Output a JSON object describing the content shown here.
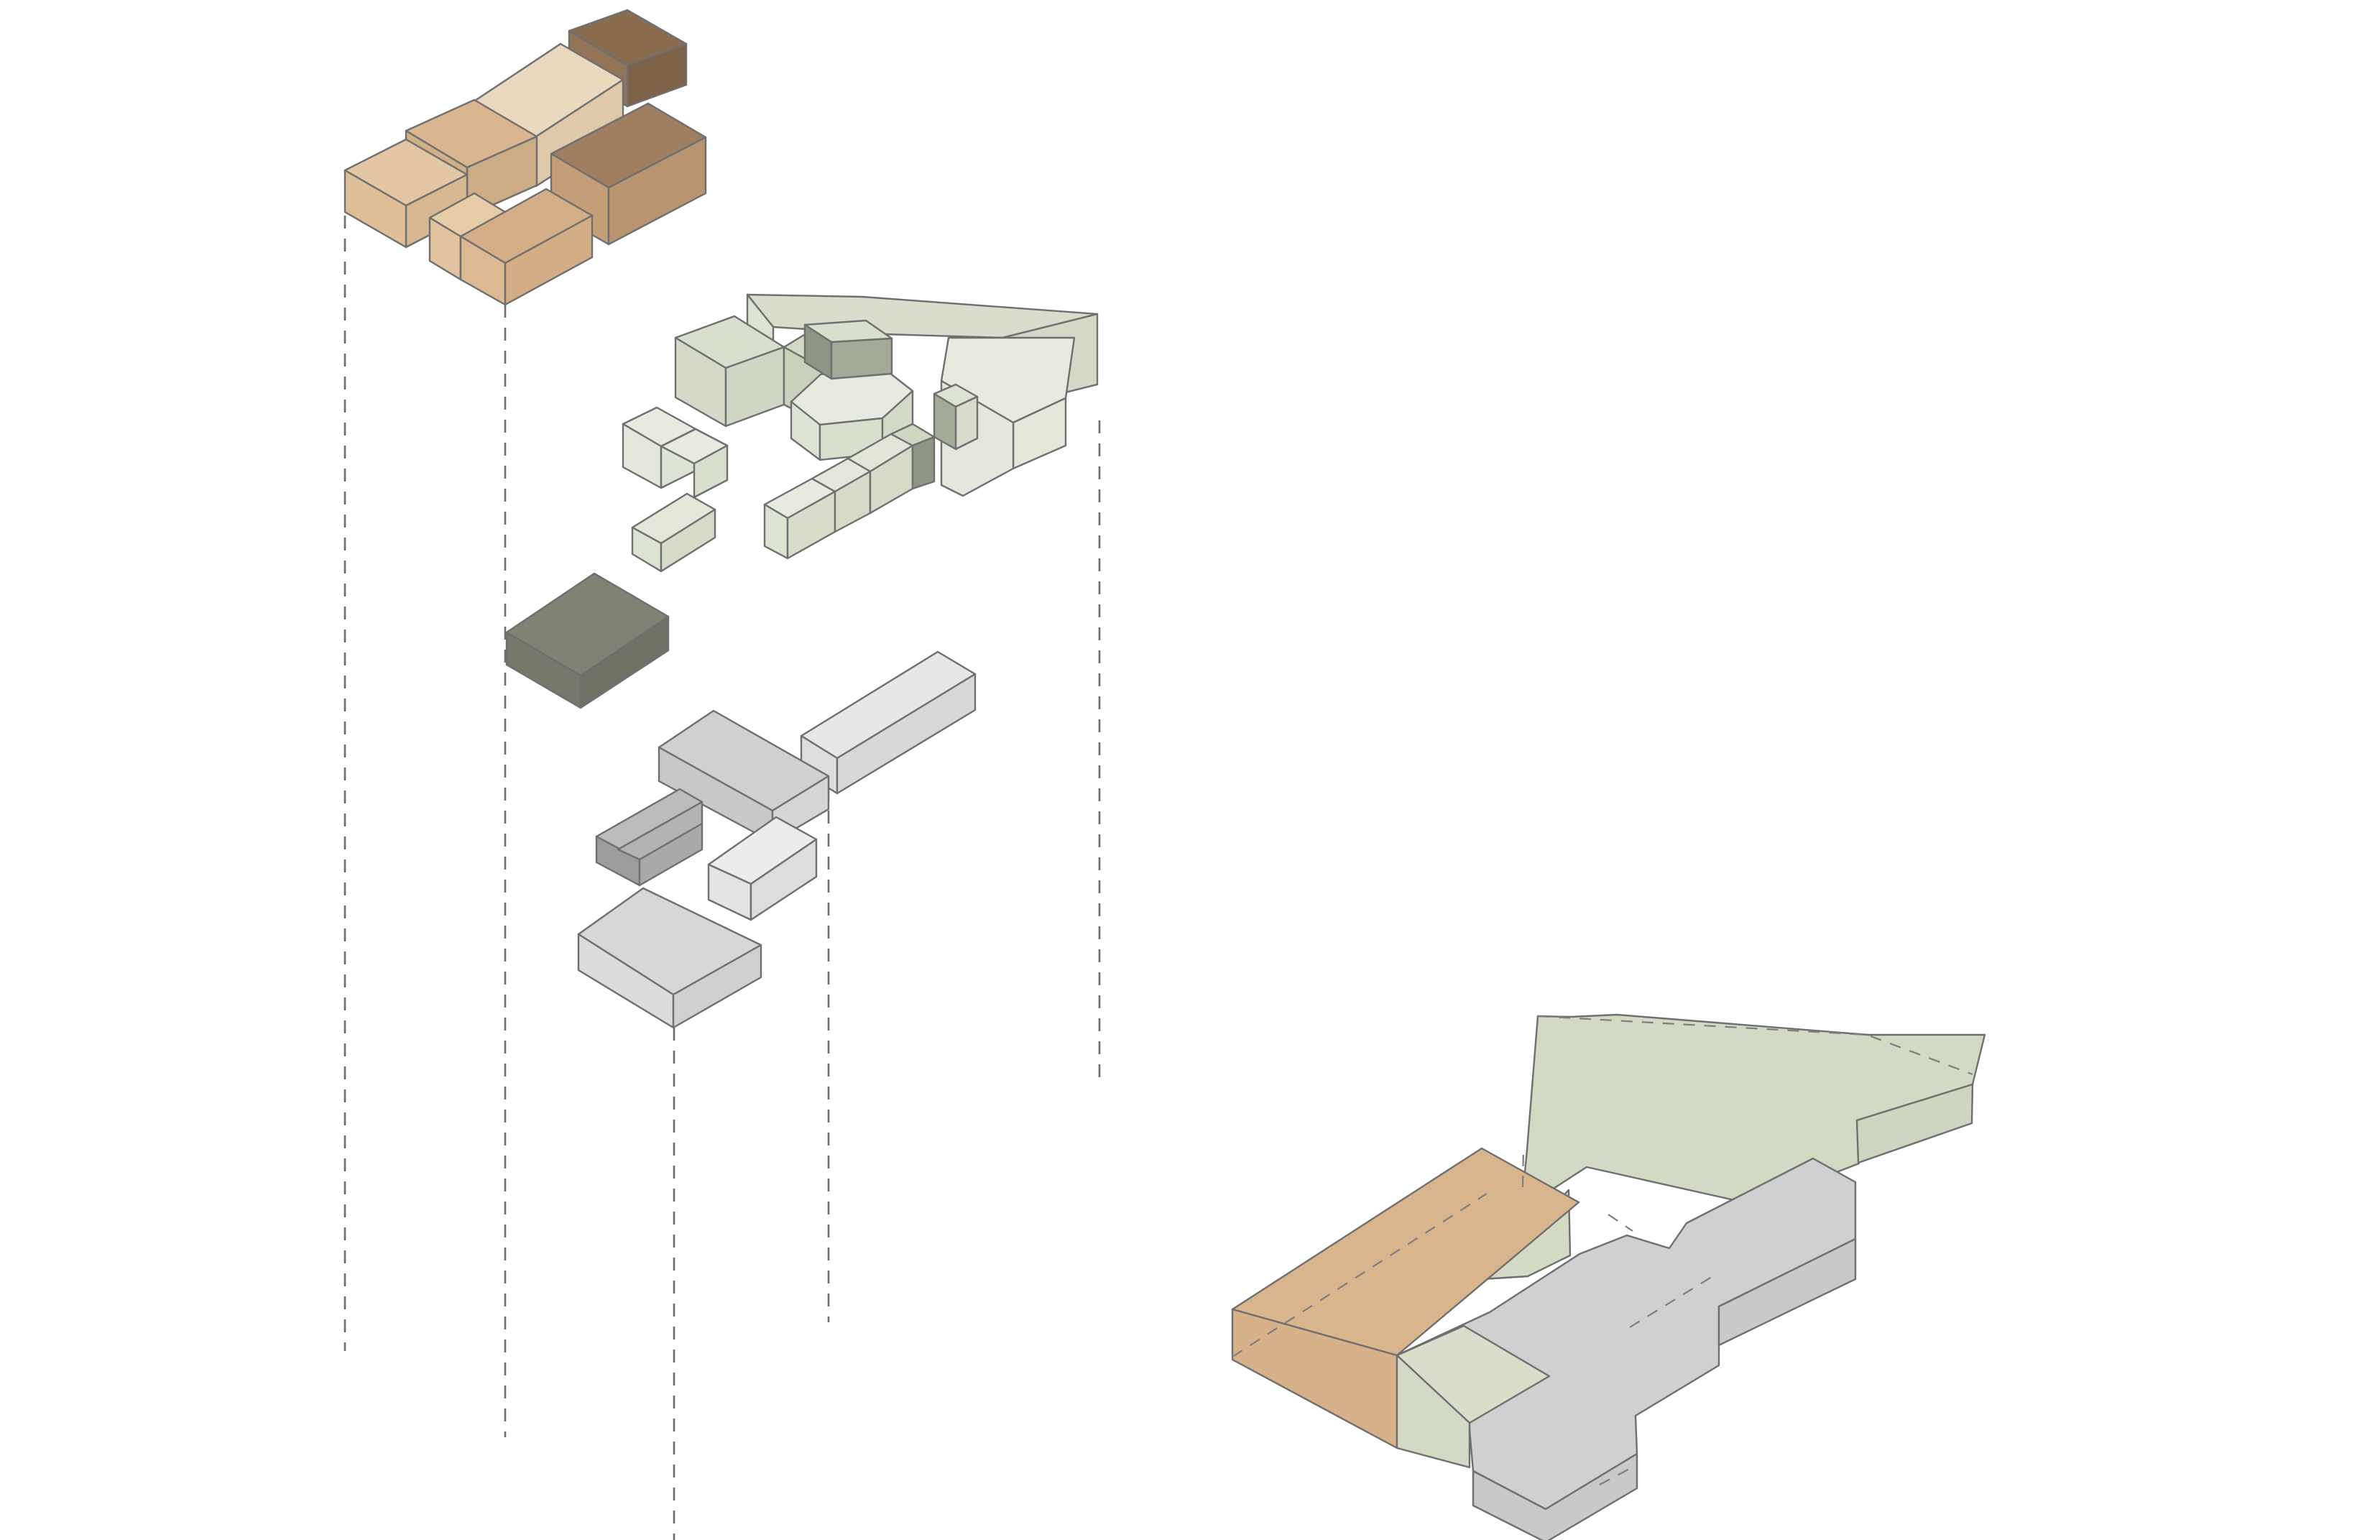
{
  "diagram": {
    "kind": "exploded-axonometric-massing",
    "layers": [
      {
        "name": "tan-volumes",
        "colors": {
          "light": "#e7cca8",
          "mid": "#d8b38a",
          "dark": "#b99471",
          "accent": "#8a6d4f"
        }
      },
      {
        "name": "sage-volumes",
        "colors": {
          "light": "#e4e9dc",
          "mid": "#d4dbc6",
          "dark": "#8e9584"
        }
      },
      {
        "name": "charcoal-volume",
        "colors": {
          "top": "#808274",
          "side": "#6f7165"
        }
      },
      {
        "name": "grey-volumes",
        "colors": {
          "light": "#e5e5e5",
          "mid": "#cfd0d0",
          "dark": "#9d9d9d"
        }
      },
      {
        "name": "assembled-volume",
        "colors": {
          "tan": "#d9b58e",
          "sage": "#d3dac3",
          "grey": "#cfd0d1"
        }
      }
    ]
  }
}
